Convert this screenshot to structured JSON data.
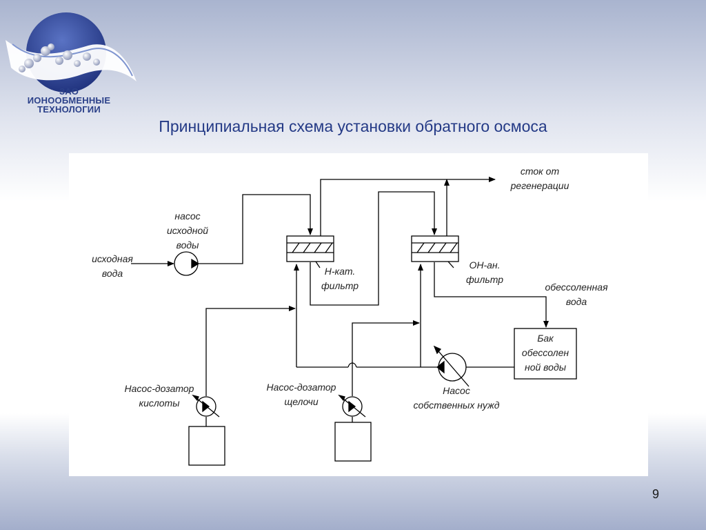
{
  "logo": {
    "line1": "ЗАО",
    "line2": "ИОНООБМЕННЫЕ",
    "line3": "ТЕХНОЛОГИИ"
  },
  "title": "Принципиальная схема установки обратного осмоса",
  "labels": {
    "raw_water": [
      "исходная",
      "вода"
    ],
    "raw_pump": [
      "насос",
      "исходной",
      "воды"
    ],
    "h_filter": [
      "Н-кат.",
      "фильтр"
    ],
    "oh_filter": [
      "ОН-ан.",
      "фильтр"
    ],
    "regen_drain": [
      "сток от",
      "регенерации"
    ],
    "demin_water": [
      "обессоленная",
      "вода"
    ],
    "tank": [
      "Бак",
      "обессолен",
      "ной воды"
    ],
    "acid_pump": [
      "Насос-дозатор",
      "кислоты"
    ],
    "alkali_pump": [
      "Насос-дозатор",
      "щелочи"
    ],
    "aux_pump": [
      "Насос",
      "собственных нужд"
    ]
  },
  "page_number": "9"
}
